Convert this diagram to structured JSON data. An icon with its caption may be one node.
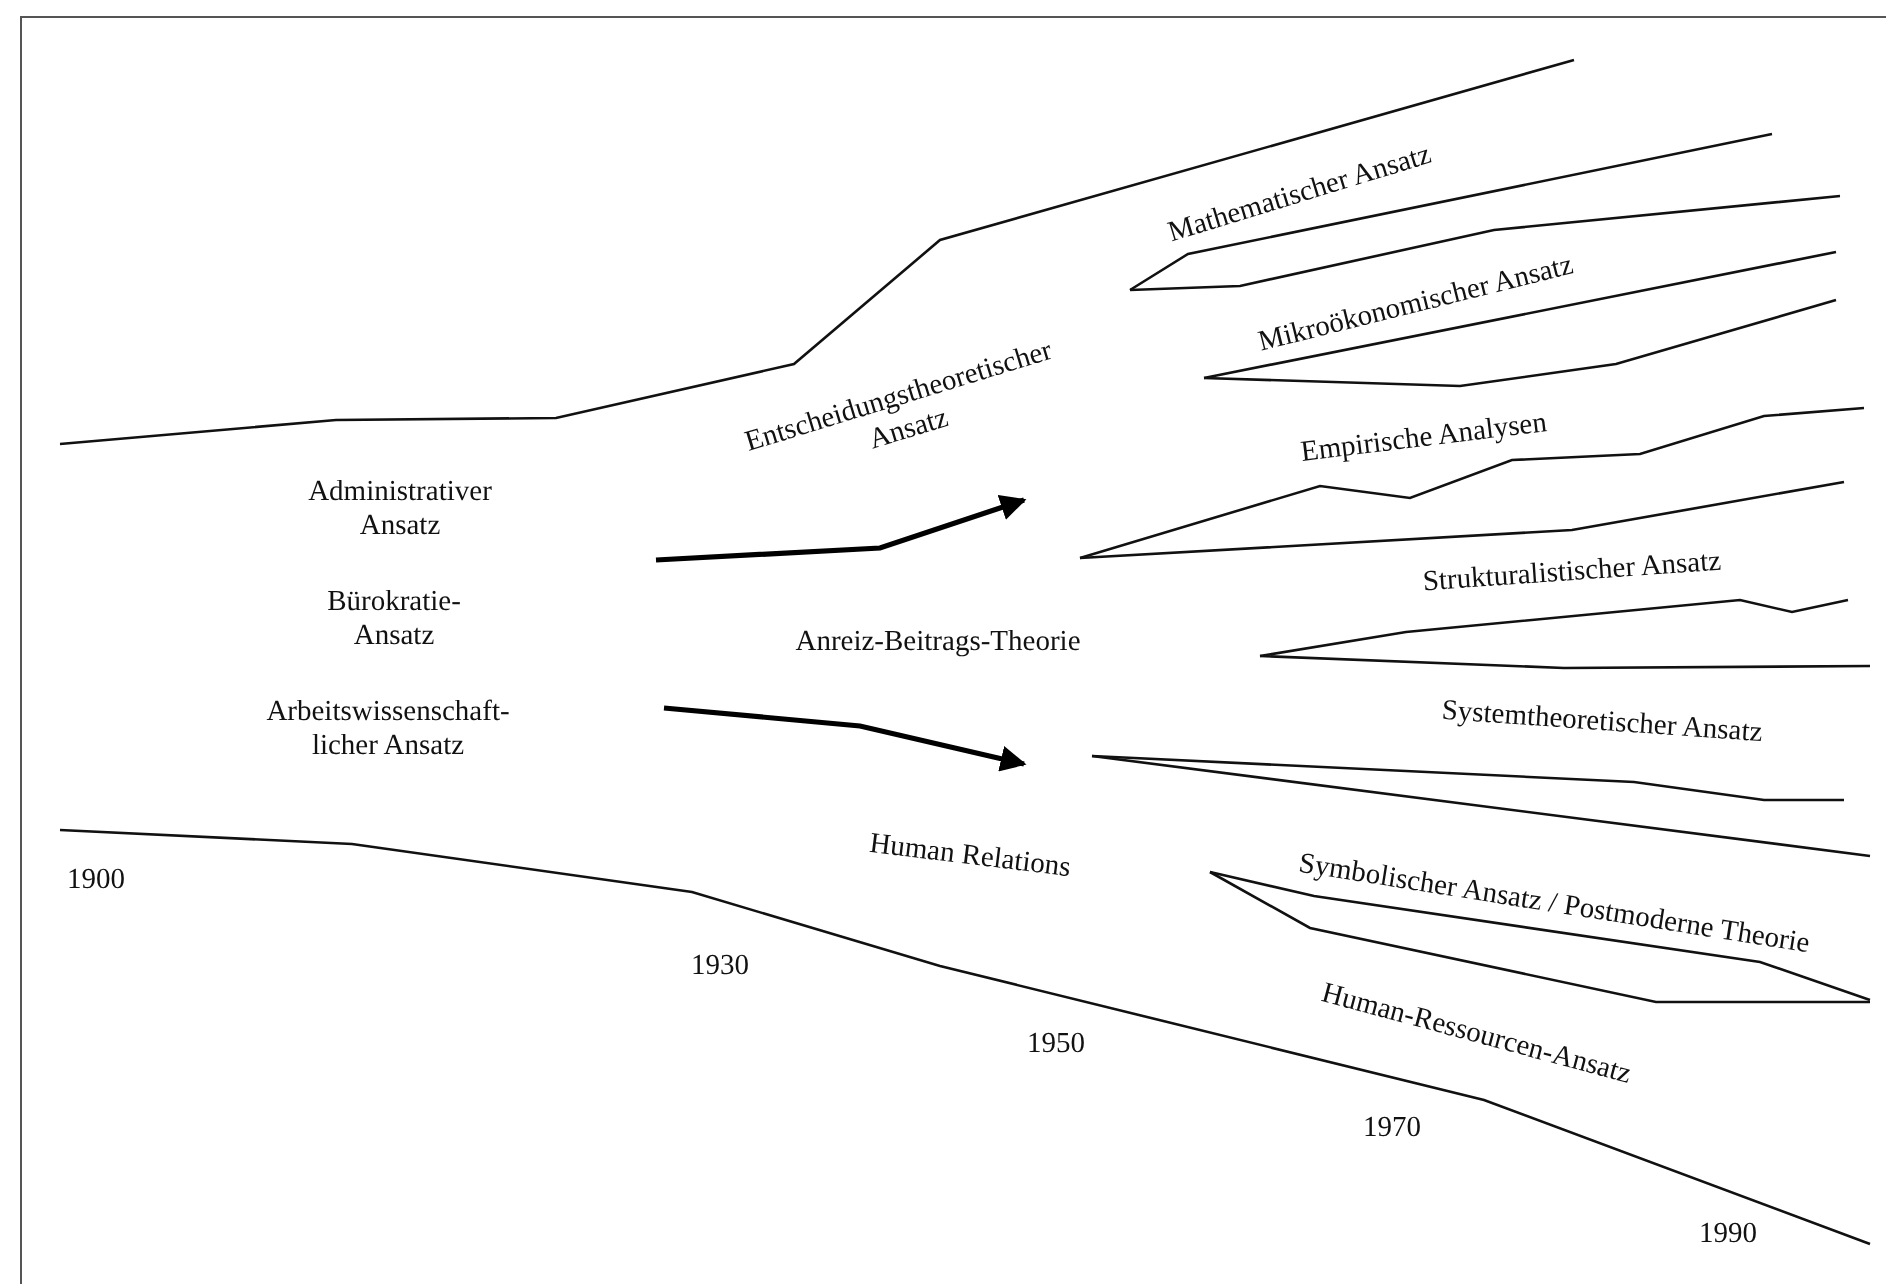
{
  "diagram": {
    "labels": [
      "Mathematischer Ansatz",
      "Mikroökonomischer Ansatz",
      "Entscheidungstheoretischer Ansatz",
      "Empirische Analysen",
      "Administrativer Ansatz",
      "Bürokratie- Ansatz",
      "Anreiz-Beitrags-Theorie",
      "Strukturalistischer Ansatz",
      "Arbeitswissenschaft- licher Ansatz",
      "Systemtheoretischer Ansatz",
      "Human Relations",
      "Symbolischer Ansatz / Postmoderne Theorie",
      "1900",
      "Human-Ressourcen-Ansatz",
      "1930",
      "1950",
      "1970",
      "1990"
    ]
  }
}
